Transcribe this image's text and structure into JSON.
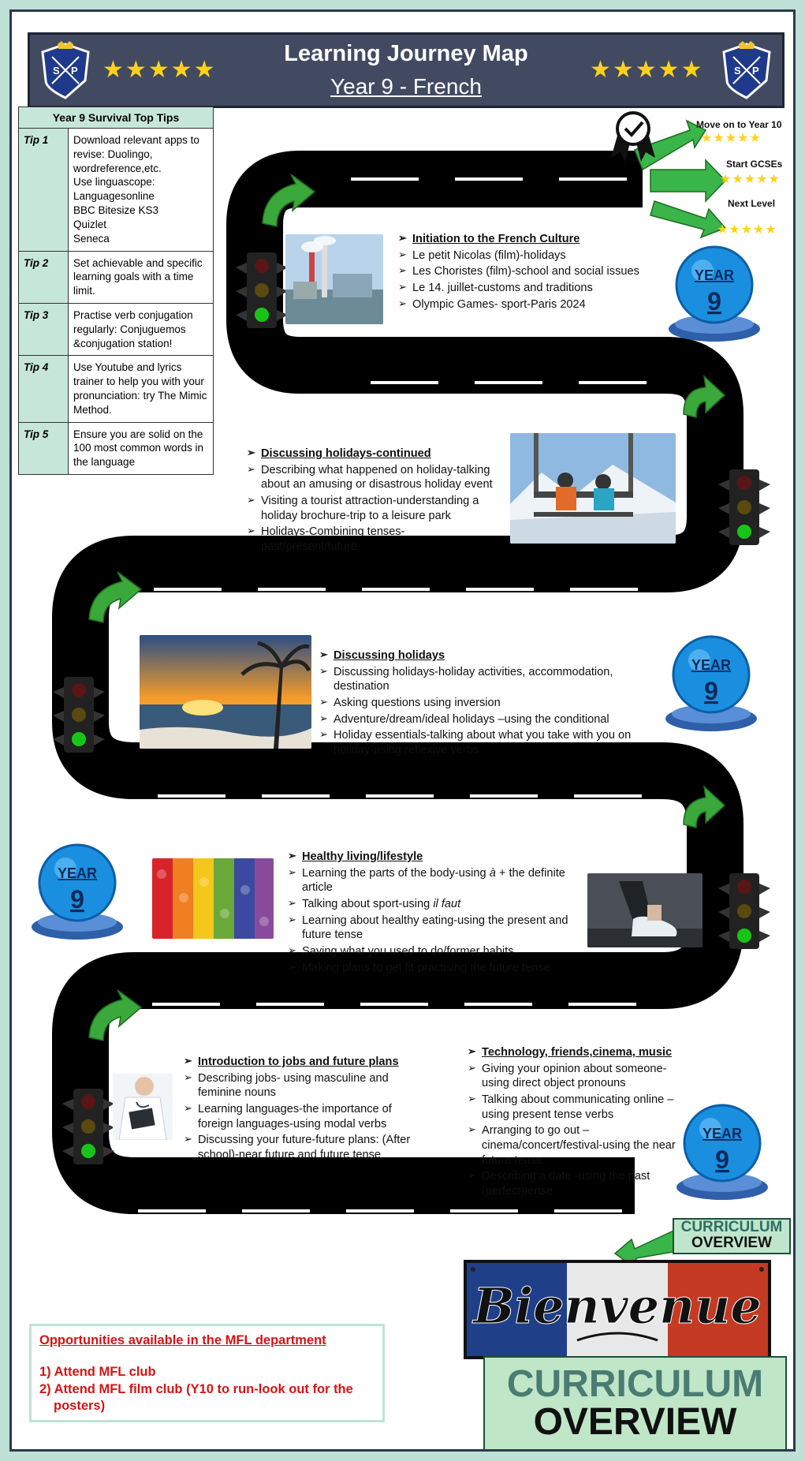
{
  "header": {
    "title": "Learning Journey Map",
    "subtitle": "Year 9 - French",
    "crest_letters": [
      "S",
      "P"
    ],
    "stars": "★★★★★"
  },
  "tips": {
    "heading": "Year 9 Survival Top Tips",
    "rows": [
      {
        "label": "Tip 1",
        "lines": [
          "Download relevant apps to revise: Duolingo, wordreference,etc.",
          "Use linguascope:",
          "Languagesonline",
          "BBC Bitesize KS3",
          "Quizlet",
          "Seneca"
        ]
      },
      {
        "label": "Tip 2",
        "lines": [
          "Set achievable and specific learning goals with a time limit."
        ]
      },
      {
        "label": "Tip 3",
        "lines": [
          "Practise verb conjugation regularly: Conjuguemos &conjugation station!"
        ]
      },
      {
        "label": "Tip 4",
        "lines": [
          "Use Youtube and lyrics trainer to help you with your pronunciation: try The Mimic Method."
        ]
      },
      {
        "label": "Tip 5",
        "lines": [
          "Ensure you are solid on the 100 most common words in the language"
        ]
      }
    ]
  },
  "exits": {
    "move_on": "Move on to Year 10",
    "start_gcse": "Start GCSEs",
    "next_level": "Next Level",
    "stars": "★★★★★"
  },
  "year_badge": {
    "word": "YEAR",
    "number": "9"
  },
  "blocks": {
    "culture": {
      "heading": "Initiation to the French Culture",
      "items": [
        "Le petit Nicolas (film)-holidays",
        "Les Choristes (film)-school and social issues",
        "Le 14. juillet-customs and traditions",
        "Olympic Games- sport-Paris 2024"
      ]
    },
    "holidays_continued": {
      "heading": "Discussing holidays-continued",
      "items": [
        "Describing what happened on holiday-talking about an amusing or disastrous holiday event",
        "Visiting a tourist attraction-understanding a holiday brochure-trip  to a leisure park",
        "Holidays-Combining tenses-past/present/future"
      ]
    },
    "holidays": {
      "heading": "Discussing holidays",
      "items": [
        "Discussing holidays-holiday activities, accommodation, destination",
        "Asking questions using inversion",
        "Adventure/dream/ideal  holidays –using the conditional",
        "Holiday essentials-talking about what you take with you on holiday-using reflexive verbs"
      ]
    },
    "healthy": {
      "heading": "Healthy living/lifestyle",
      "items": [
        {
          "pre": "Learning the parts of the body-using ",
          "em": "à",
          "post": " + the definite article"
        },
        {
          "pre": "Talking about sport-using ",
          "em": "il faut",
          "post": ""
        },
        {
          "pre": " Learning about healthy eating-using the present and future tense",
          "em": "",
          "post": ""
        },
        {
          "pre": "Saying what you used to do/former habits",
          "em": "",
          "post": ""
        },
        {
          "pre": "Making plans to get fit-practising the future tense",
          "em": "",
          "post": ""
        }
      ]
    },
    "jobs": {
      "heading": "Introduction to jobs and future plans",
      "items": [
        "Describing jobs- using masculine and feminine nouns",
        "Learning languages-the importance of foreign languages-using modal verbs",
        "Discussing your future-future plans: (After school)-near future and future tense"
      ]
    },
    "technology": {
      "heading": "Technology, friends,cinema, music",
      "items": [
        "Giving your opinion about someone- using direct object pronouns",
        "Talking about communicating online – using present tense verbs",
        "Arranging to go out – cinema/concert/festival-using the near future tense",
        "Describing a date -using the past (perfect)tense"
      ]
    }
  },
  "curriculum_small": [
    "CURRICULUM",
    "OVERVIEW"
  ],
  "curriculum_big": [
    "CURRICULUM",
    "OVERVIEW"
  ],
  "bienvenue": "Bienvenue",
  "opportunities": {
    "title": "Opportunities available in the MFL department",
    "items": [
      "1) Attend MFL club",
      "2) Attend MFL film club (Y10 to run-look out for the posters)"
    ]
  },
  "colors": {
    "header": "#414a61",
    "table_shade": "#c7e6da",
    "road": "#000000",
    "badge": "#1a8fe0",
    "opportunity_text": "#d31515"
  }
}
